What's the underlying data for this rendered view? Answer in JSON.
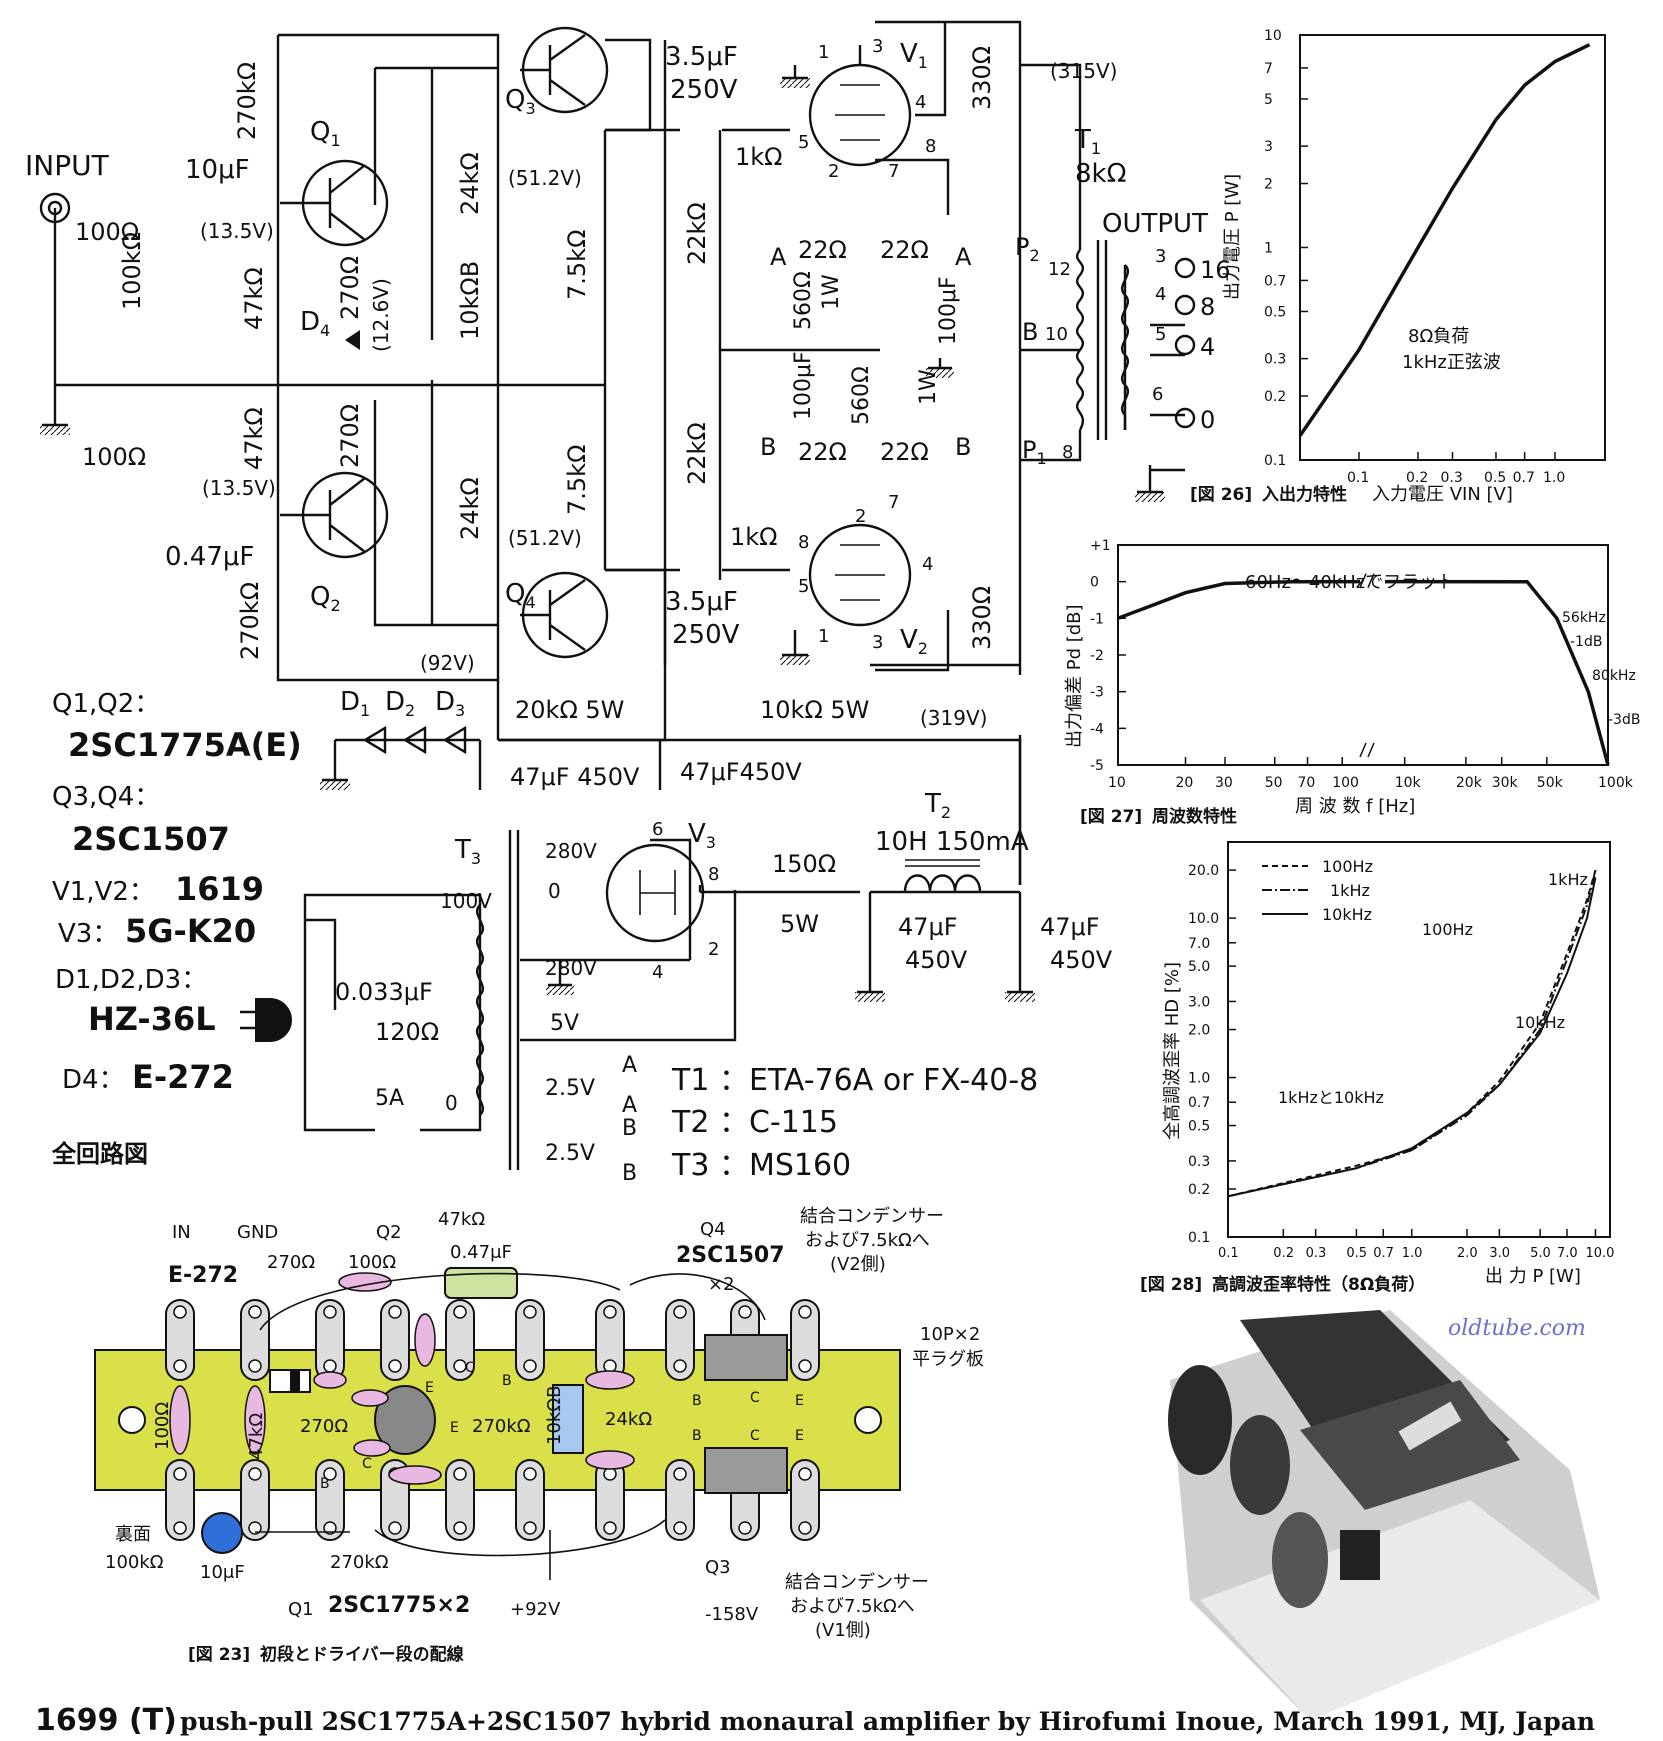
{
  "schematic": {
    "input_label": "INPUT",
    "output_label": "OUTPUT",
    "resistors": {
      "r_in": "100Ω",
      "r_100k": "100kΩ",
      "r_100": "100Ω",
      "r_270k_top": "270kΩ",
      "r_47k_top": "47kΩ",
      "r_47k_bot": "47kΩ",
      "r_270k_bot": "270kΩ",
      "r_270_top": "270Ω",
      "r_270_bot": "270Ω",
      "r_24k_top": "24kΩ",
      "r_24k_bot": "24kΩ",
      "r_vr": "10kΩB",
      "r_75k_top": "7.5kΩ",
      "r_75k_bot": "7.5kΩ",
      "r_22k_top": "22kΩ",
      "r_22k_bot": "22kΩ",
      "r_1k_top": "1kΩ",
      "r_1k_bot": "1kΩ",
      "r_22_a1": "22Ω",
      "r_22_a2": "22Ω",
      "r_22_b1": "22Ω",
      "r_22_b2": "22Ω",
      "r_560_1": "560Ω",
      "r_560_1w": "1W",
      "r_560_2": "560Ω",
      "r_560_2w": "1W",
      "r_330_top": "330Ω",
      "r_330_bot": "330Ω",
      "r_20k": "20kΩ  5W",
      "r_10k": "10kΩ  5W",
      "r_150": "150Ω",
      "r_150w": "5W",
      "r_120": "120Ω"
    },
    "caps": {
      "c_in": "10μF",
      "c_047": "0.47μF",
      "c_35_top": "3.5μF",
      "c_35_top_v": "250V",
      "c_35_bot": "3.5μF",
      "c_35_bot_v": "250V",
      "c_100_top": "100μF",
      "c_100_bot": "100μF",
      "c_47_1": "47μF 450V",
      "c_47_2": "47μF450V",
      "c_47_3": "47μF",
      "c_47_3v": "450V",
      "c_47_4": "47μF",
      "c_47_4v": "450V",
      "c_0033": "0.033μF"
    },
    "voltages": {
      "v135a": "(13.5V)",
      "v135b": "(13.5V)",
      "v126": "(12.6V)",
      "v512a": "(51.2V)",
      "v512b": "(51.2V)",
      "v92": "(92V)",
      "v315": "(315V)",
      "v319": "(319V)"
    },
    "devices": {
      "q1": "Q",
      "q1s": "1",
      "q2": "Q",
      "q2s": "2",
      "q3": "Q",
      "q3s": "3",
      "q4": "Q",
      "q4s": "4",
      "d4": "D",
      "d4s": "4",
      "v1": "V",
      "v1s": "1",
      "v2": "V",
      "v2s": "2",
      "v3": "V",
      "v3s": "3",
      "d1": "D",
      "d1s": "1",
      "d2": "D",
      "d2s": "2",
      "d3": "D",
      "d3s": "3",
      "t1": "T",
      "t1s": "1",
      "t1imp": "8kΩ",
      "t2": "T",
      "t2s": "2",
      "t2spec": "10H 150mA",
      "t3": "T",
      "t3s": "3"
    },
    "pins": {
      "v1": [
        "1",
        "3",
        "4",
        "5",
        "2",
        "7",
        "8"
      ],
      "v2": [
        "8",
        "2",
        "7",
        "5",
        "4",
        "1",
        "3"
      ],
      "v3": [
        "6",
        "8",
        "2",
        "4"
      ]
    },
    "transformer_t1": {
      "p2": "P",
      "p2s": "2",
      "p2n": "12",
      "b": "B",
      "bn": "10",
      "p1": "P",
      "p1s": "1",
      "p1n": "8",
      "taps": [
        "3",
        "4",
        "5",
        "6"
      ],
      "outs": [
        "16",
        "8",
        "4",
        "0"
      ]
    },
    "power": {
      "t3_280a": "280V",
      "t3_0": "0",
      "t3_280b": "280V",
      "t3_5v": "5V",
      "t3_25a": "2.5V",
      "t3_25b": "2.5V",
      "t3_100v": "100V",
      "t3_0b": "0",
      "fuse": "5A",
      "heater_a": "A",
      "heater_a2": "A",
      "heater_b": "B",
      "heater_b2": "B",
      "ha1": "A",
      "ha2": "A",
      "hb1": "B",
      "hb2": "B"
    }
  },
  "parts_list": {
    "q12_label": "Q1,Q2：",
    "q12_value": "2SC1775A(E)",
    "q34_label": "Q3,Q4：",
    "q34_value": "2SC1507",
    "v12_label": "V1,V2：",
    "v12_value": "1619",
    "v3_label": "V3：",
    "v3_value": "5G-K20",
    "d123_label": "D1,D2,D3：",
    "d123_value": "HZ-36L",
    "d4_label": "D4：",
    "d4_value": "E-272",
    "t1": "T1 ：ETA-76A or FX-40-8",
    "t2": "T2 ：C-115",
    "t3": "T3 ：MS160",
    "caption": "全回路図"
  },
  "fig26": {
    "caption_num": "[図 26]",
    "caption": "入出力特性",
    "xlabel": "入力電圧 VIN [V]",
    "ylabel": "出力電圧 P [W]",
    "note1": "8Ω負荷",
    "note2": "1kHz正弦波",
    "chart_data": {
      "type": "line",
      "x_scale": "log",
      "y_scale": "log",
      "x_ticks": [
        "0.1",
        "0.2",
        "0.3",
        "0.5",
        "0.7",
        "1.0"
      ],
      "y_ticks": [
        "10",
        "7",
        "5",
        "3",
        "2",
        "1",
        "0.7",
        "0.5",
        "0.3",
        "0.2",
        "0.1"
      ],
      "xlim": [
        0.05,
        1.8
      ],
      "ylim": [
        0.1,
        10
      ],
      "series": [
        {
          "x": [
            0.05,
            0.1,
            0.2,
            0.3,
            0.5,
            0.7,
            1.0,
            1.5
          ],
          "y": [
            0.13,
            0.33,
            1.0,
            1.9,
            4.0,
            5.8,
            7.5,
            9.0
          ]
        }
      ]
    }
  },
  "fig27": {
    "caption_num": "[図 27]",
    "caption": "周波数特性",
    "xlabel": "周 波 数 f [Hz]",
    "ylabel": "出力偏差 Pd [dB]",
    "note": "60Hz～40kHzでフラット",
    "a56": "56kHz",
    "a56v": "-1dB",
    "a80": "80kHz",
    "a80v": "-3dB",
    "chart_data": {
      "type": "line",
      "x_ticks": [
        "10",
        "20",
        "30",
        "50",
        "70",
        "100",
        "10k",
        "20k",
        "30k",
        "50k",
        "100k"
      ],
      "y_ticks": [
        "+1",
        "0",
        "-1",
        "-2",
        "-3",
        "-4",
        "-5"
      ],
      "ylim": [
        -5,
        1
      ],
      "series": [
        {
          "x": [
            10,
            20,
            30,
            60,
            40000,
            56000,
            80000,
            100000
          ],
          "y": [
            -1.0,
            -0.3,
            -0.05,
            0,
            0,
            -1,
            -3,
            -5
          ]
        }
      ]
    }
  },
  "fig28": {
    "caption_num": "[図 28]",
    "caption": "高調波歪率特性（8Ω負荷）",
    "xlabel": "出 力 P [W]",
    "ylabel": "全高調波歪率 HD [%]",
    "legend": [
      "100Hz",
      "1kHz",
      "10kHz"
    ],
    "ann_1k": "1kHz",
    "ann_100": "100Hz",
    "ann_10k": "10kHz",
    "ann_both": "1kHzと10kHz",
    "chart_data": {
      "type": "line",
      "x_scale": "log",
      "y_scale": "log",
      "x_ticks": [
        "0.1",
        "0.2",
        "0.3",
        "0.5",
        "0.7",
        "1.0",
        "2.0",
        "3.0",
        "5.0",
        "7.0",
        "10.0"
      ],
      "y_ticks": [
        "20.0",
        "10.0",
        "7.0",
        "5.0",
        "3.0",
        "2.0",
        "1.0",
        "0.7",
        "0.5",
        "0.3",
        "0.2",
        "0.1"
      ],
      "xlim": [
        0.1,
        12
      ],
      "ylim": [
        0.1,
        30
      ],
      "series": [
        {
          "name": "100Hz",
          "x": [
            0.1,
            0.5,
            1,
            2,
            3,
            5,
            7,
            9,
            10
          ],
          "y": [
            0.18,
            0.28,
            0.35,
            0.6,
            0.95,
            2.2,
            6,
            13,
            20
          ]
        },
        {
          "name": "1kHz",
          "x": [
            0.1,
            0.5,
            1,
            2,
            3,
            5,
            7,
            9,
            10
          ],
          "y": [
            0.18,
            0.27,
            0.35,
            0.58,
            0.9,
            2.0,
            5.5,
            12,
            20
          ]
        },
        {
          "name": "10kHz",
          "x": [
            0.1,
            0.5,
            1,
            2,
            3,
            5,
            7,
            9,
            10
          ],
          "y": [
            0.18,
            0.27,
            0.36,
            0.6,
            0.9,
            1.9,
            4.5,
            10,
            18
          ]
        }
      ]
    }
  },
  "fig23": {
    "caption_num": "[図 23]",
    "caption": "初段とドライバー段の配線",
    "in": "IN",
    "gnd": "GND",
    "e272": "E-272",
    "r270": "270Ω",
    "q2": "Q2",
    "r100": "100Ω",
    "r47k": "47kΩ",
    "c047": "0.47μF",
    "q4": "Q4",
    "q4v": "2SC1507",
    "x2": "×2",
    "note_top": "結合コンデンサー",
    "note_top2": "および7.5kΩへ",
    "note_top3": "(V2側)",
    "lug": "10P×2",
    "lug2": "平ラグ板",
    "r100v": "100Ω",
    "r47kv": "47kΩ",
    "r270a": "270Ω",
    "r270k": "270kΩ",
    "r10kb": "10kΩB",
    "r24k": "24kΩ",
    "back": "裏面",
    "back2": "100kΩ",
    "c10": "10μF",
    "r270kb": "270kΩ",
    "q1": "Q1",
    "q1v": "2SC1775×2",
    "v92": "+92V",
    "q3": "Q3",
    "v158": "-158V",
    "note_bot": "結合コンデンサー",
    "note_bot2": "および7.5kΩへ",
    "note_bot3": "(V1側)",
    "e": "E",
    "b": "B",
    "c": "C"
  },
  "watermark": "oldtube.com",
  "footer_num": "1699 (T)",
  "footer_text": "push-pull 2SC1775A+2SC1507 hybrid monaural amplifier by Hirofumi Inoue, March 1991, MJ, Japan",
  "colors": {
    "tube": "#f2eeb8",
    "board": "#d9e04a",
    "pink": "#e8b8e0",
    "cap_green": "#cfe3a0",
    "pot_blue": "#a8c8ef",
    "cap_blue": "#2f6fd8",
    "grey_block": "#9a9a9a"
  }
}
